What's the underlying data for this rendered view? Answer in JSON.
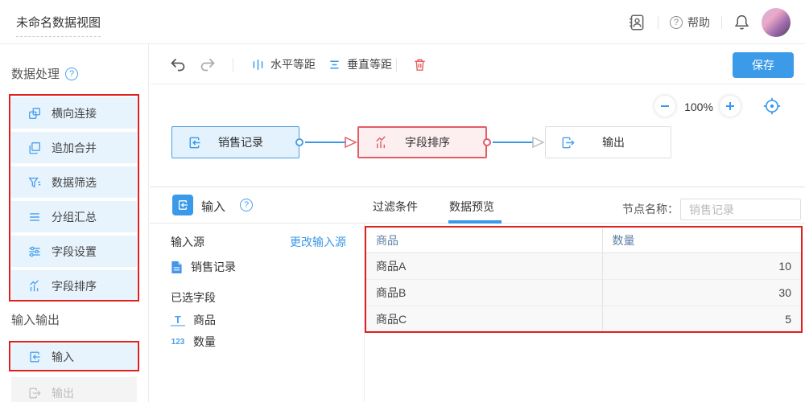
{
  "header": {
    "title": "未命名数据视图",
    "help_label": "帮助"
  },
  "icons": {
    "question": "?",
    "text_type": "T",
    "number_type": "123"
  },
  "sidebar": {
    "sections": [
      {
        "title": "数据处理"
      },
      {
        "title": "输入输出"
      }
    ],
    "items": [
      {
        "label": "横向连接"
      },
      {
        "label": "追加合并"
      },
      {
        "label": "数据筛选"
      },
      {
        "label": "分组汇总"
      },
      {
        "label": "字段设置"
      },
      {
        "label": "字段排序"
      },
      {
        "label": "输入"
      },
      {
        "label": "输出"
      }
    ]
  },
  "toolbar": {
    "h_space_label": "水平等距",
    "v_space_label": "垂直等距",
    "save_label": "保存"
  },
  "zoom": {
    "level": "100%"
  },
  "flow": {
    "nodes": [
      {
        "label": "销售记录",
        "type": "input"
      },
      {
        "label": "字段排序",
        "type": "sort"
      },
      {
        "label": "输出",
        "type": "output"
      }
    ]
  },
  "panel": {
    "title": "输入",
    "tabs": [
      {
        "label": "过滤条件"
      },
      {
        "label": "数据预览"
      }
    ],
    "active_tab": "数据预览",
    "node_name_label": "节点名称：",
    "node_name_value": "销售记录",
    "source_label": "输入源",
    "change_source_link": "更改输入源",
    "source_name": "销售记录",
    "selected_fields_label": "已选字段",
    "fields": [
      {
        "name": "商品",
        "type": "text"
      },
      {
        "name": "数量",
        "type": "number"
      }
    ],
    "table": {
      "columns": [
        {
          "label": "商品"
        },
        {
          "label": "数量"
        }
      ],
      "rows": [
        {
          "product": "商品A",
          "qty": "10"
        },
        {
          "product": "商品B",
          "qty": "30"
        },
        {
          "product": "商品C",
          "qty": "5"
        }
      ]
    }
  },
  "colors": {
    "accent_blue": "#3a99e9",
    "node_red": "#e25c66",
    "annotation_red": "#e01f1f",
    "save_button": "#3b9be8"
  }
}
